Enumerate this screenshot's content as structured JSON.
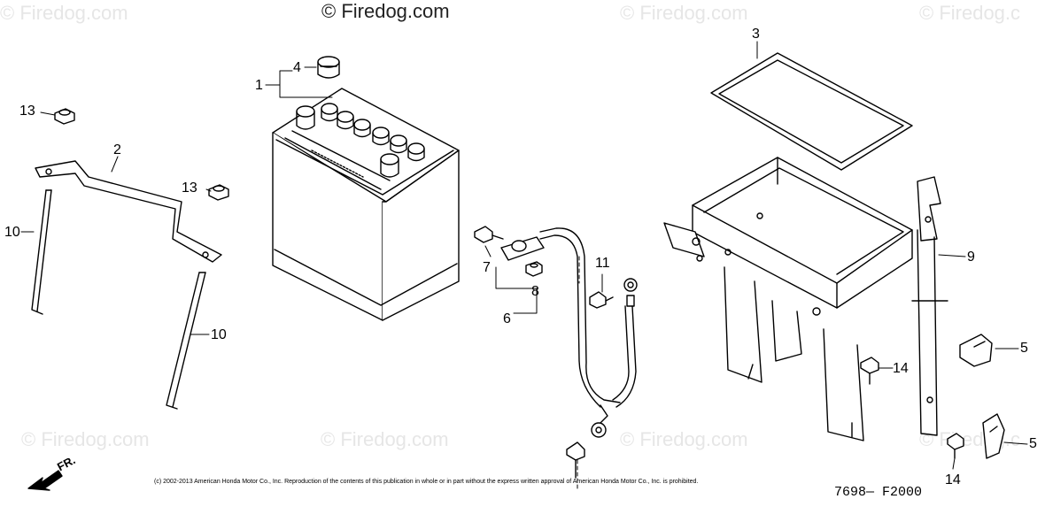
{
  "watermarks": {
    "main": "© Firedog.com",
    "faint": "© Firedog.com",
    "faint_partial": "© Firedog.c"
  },
  "callouts": {
    "c1": "1",
    "c2": "2",
    "c3": "3",
    "c4": "4",
    "c5a": "5",
    "c5b": "5",
    "c6": "6",
    "c7": "7",
    "c8": "8",
    "c9": "9",
    "c10a": "10",
    "c10b": "10",
    "c11": "11",
    "c13a": "13",
    "c13b": "13",
    "c14a": "14",
    "c14b": "14"
  },
  "direction_label": "FR.",
  "copyright": "(c) 2002-2013 American Honda Motor Co., Inc. Reproduction of the contents of this publication in whole or in part without the express written approval of American Honda Motor Co., Inc. is prohibited.",
  "diagram_code": "7698— F2000"
}
